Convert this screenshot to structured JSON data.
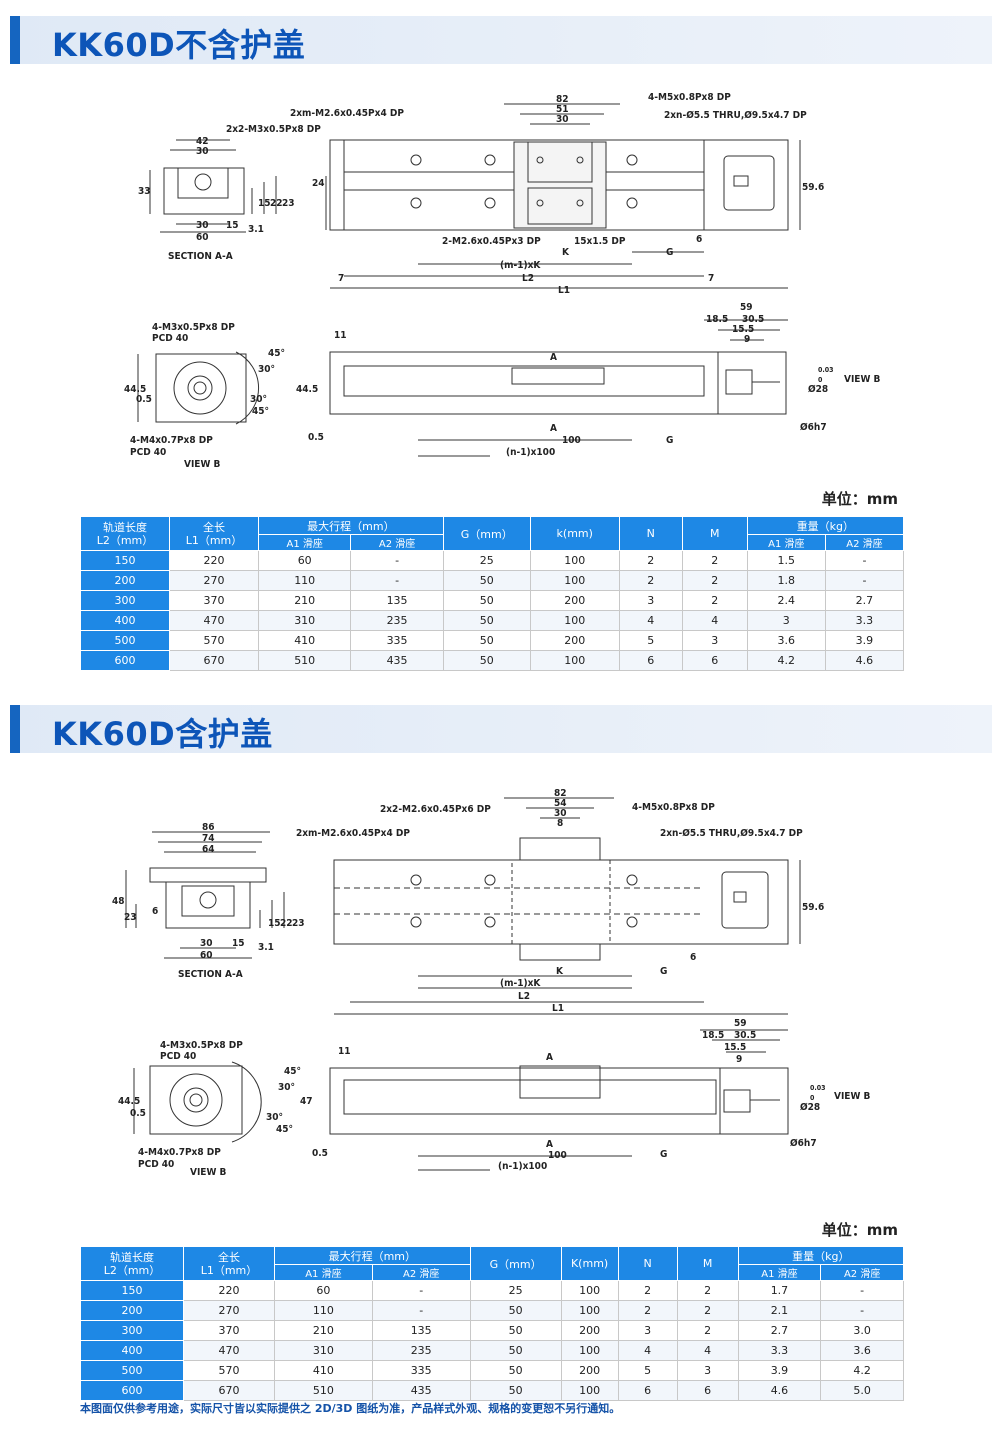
{
  "sections": [
    {
      "title": "KK60D不含护盖",
      "unit": "单位：mm",
      "drawing": {
        "callouts": [
          "2xm-M2.6x0.45Px4 DP",
          "2x2-M3x0.5Px8 DP",
          "4-M5x0.8Px8 DP",
          "2xn-Ø5.5 THRU,Ø9.5x4.7 DP",
          "2-M2.6x0.45Px3 DP",
          "15x1.5 DP",
          "4-M3x0.5Px8 DP",
          "PCD 40",
          "4-M4x0.7Px8 DP",
          "PCD 40"
        ],
        "labels": [
          "SECTION A-A",
          "VIEW B",
          "VIEW B",
          "(m-1)xK",
          "L2",
          "L1",
          "(n-1)x100",
          "K",
          "G",
          "G",
          "A",
          "A"
        ],
        "dims": [
          "42",
          "30",
          "33",
          "30",
          "15",
          "60",
          "3.1",
          "15",
          "22",
          "23",
          "24",
          "82",
          "51",
          "30",
          "59.6",
          "6",
          "7",
          "7",
          "11",
          "44.5",
          "0.5",
          "44.5",
          "0.5",
          "30°",
          "30°",
          "45°",
          "45°",
          "59",
          "18.5",
          "30.5",
          "15.5",
          "9",
          "Ø28",
          "Ø6h7",
          "100",
          "0.03",
          "0"
        ]
      },
      "table": {
        "headers": {
          "l2": "轨道长度\nL2（mm）",
          "l1": "全长\nL1（mm）",
          "stroke": "最大行程（mm）",
          "g": "G（mm）",
          "k": "k(mm)",
          "n": "N",
          "m": "M",
          "weight": "重量（kg）",
          "a1": "A1 滑座",
          "a2": "A2 滑座"
        },
        "rows": [
          [
            "150",
            "220",
            "60",
            "-",
            "25",
            "100",
            "2",
            "2",
            "1.5",
            "-"
          ],
          [
            "200",
            "270",
            "110",
            "-",
            "50",
            "100",
            "2",
            "2",
            "1.8",
            "-"
          ],
          [
            "300",
            "370",
            "210",
            "135",
            "50",
            "200",
            "3",
            "2",
            "2.4",
            "2.7"
          ],
          [
            "400",
            "470",
            "310",
            "235",
            "50",
            "100",
            "4",
            "4",
            "3",
            "3.3"
          ],
          [
            "500",
            "570",
            "410",
            "335",
            "50",
            "200",
            "5",
            "3",
            "3.6",
            "3.9"
          ],
          [
            "600",
            "670",
            "510",
            "435",
            "50",
            "100",
            "6",
            "6",
            "4.2",
            "4.6"
          ]
        ]
      }
    },
    {
      "title": "KK60D含护盖",
      "unit": "单位：mm",
      "drawing": {
        "callouts": [
          "2x2-M2.6x0.45Px6 DP",
          "4-M5x0.8Px8 DP",
          "2xm-M2.6x0.45Px4 DP",
          "2xn-Ø5.5 THRU,Ø9.5x4.7 DP",
          "4-M3x0.5Px8 DP",
          "PCD 40",
          "4-M4x0.7Px8 DP",
          "PCD 40"
        ],
        "labels": [
          "SECTION A-A",
          "VIEW B",
          "VIEW B",
          "(m-1)xK",
          "L2",
          "L1",
          "(n-1)x100",
          "K",
          "G",
          "G",
          "A",
          "A"
        ],
        "dims": [
          "86",
          "74",
          "64",
          "48",
          "23",
          "6",
          "30",
          "15",
          "60",
          "3.1",
          "15",
          "22",
          "23",
          "82",
          "54",
          "30",
          "8",
          "59.6",
          "6",
          "11",
          "44.5",
          "0.5",
          "47",
          "0.5",
          "30°",
          "30°",
          "45°",
          "45°",
          "59",
          "18.5",
          "30.5",
          "15.5",
          "9",
          "Ø28",
          "Ø6h7",
          "100",
          "0.03",
          "0"
        ]
      },
      "table": {
        "headers": {
          "l2": "轨道长度\nL2（mm）",
          "l1": "全长\nL1（mm）",
          "stroke": "最大行程（mm）",
          "g": "G（mm）",
          "k": "K(mm)",
          "n": "N",
          "m": "M",
          "weight": "重量（kg）",
          "a1": "A1 滑座",
          "a2": "A2 滑座"
        },
        "rows": [
          [
            "150",
            "220",
            "60",
            "-",
            "25",
            "100",
            "2",
            "2",
            "1.7",
            "-"
          ],
          [
            "200",
            "270",
            "110",
            "-",
            "50",
            "100",
            "2",
            "2",
            "2.1",
            "-"
          ],
          [
            "300",
            "370",
            "210",
            "135",
            "50",
            "200",
            "3",
            "2",
            "2.7",
            "3.0"
          ],
          [
            "400",
            "470",
            "310",
            "235",
            "50",
            "100",
            "4",
            "4",
            "3.3",
            "3.6"
          ],
          [
            "500",
            "570",
            "410",
            "335",
            "50",
            "200",
            "5",
            "3",
            "3.9",
            "4.2"
          ],
          [
            "600",
            "670",
            "510",
            "435",
            "50",
            "100",
            "6",
            "6",
            "4.6",
            "5.0"
          ]
        ]
      }
    }
  ],
  "footer_note": "本图面仅供参考用途，实际尺寸皆以实际提供之 2D/3D 图纸为准，产品样式外观、规格的变更恕不另行通知。"
}
